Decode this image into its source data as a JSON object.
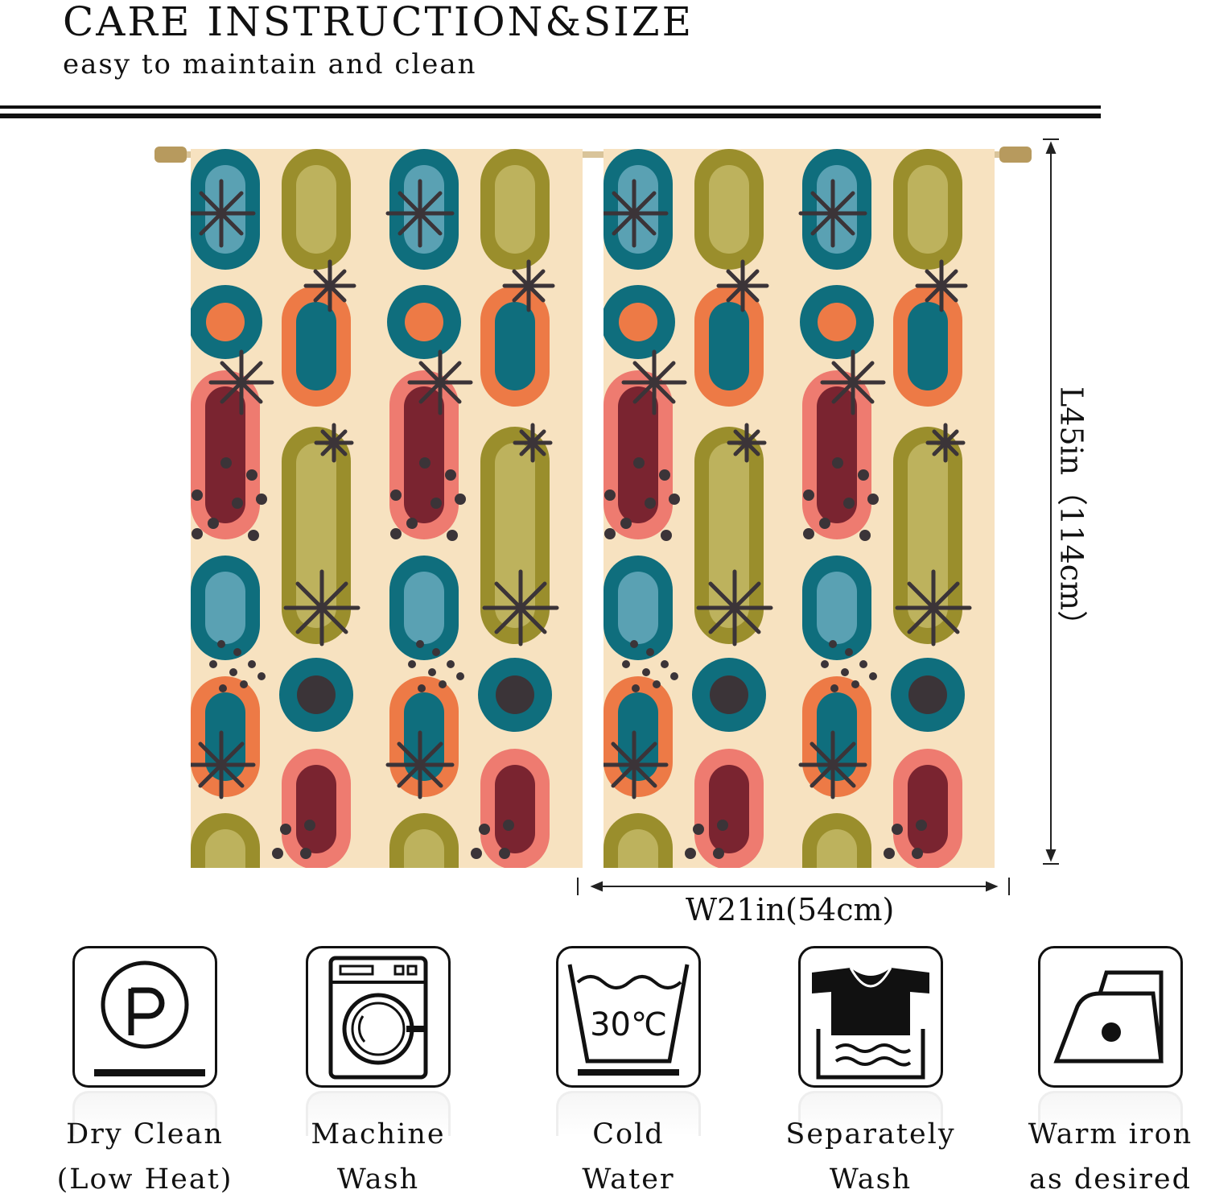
{
  "header": {
    "title": "CARE INSTRUCTION&SIZE",
    "subtitle": "easy to maintain and clean"
  },
  "dimensions": {
    "length": "L45in（114cm）",
    "width": "W21in(54cm)"
  },
  "colors": {
    "cream": "#f7e2c0",
    "teal": "#0f6e7d",
    "light_blue": "#5aa1b3",
    "orange": "#ed7a46",
    "pink": "#ee7b70",
    "maroon": "#7a2430",
    "olive": "#9a8e2c",
    "light_olive": "#bdb25d",
    "star": "#3b3438"
  },
  "care_items": [
    {
      "icon": "dry-clean-p-icon",
      "line1": "Dry Clean",
      "line2": "(Low Heat)"
    },
    {
      "icon": "washing-machine-icon",
      "line1": "Machine",
      "line2": "Wash"
    },
    {
      "icon": "wash-tub-30c-icon",
      "line1": "Cold",
      "line2": "Water",
      "temp": "30℃"
    },
    {
      "icon": "shirt-in-water-icon",
      "line1": "Separately",
      "line2": "Wash"
    },
    {
      "icon": "iron-icon",
      "line1": "Warm iron",
      "line2": "as desired"
    }
  ]
}
